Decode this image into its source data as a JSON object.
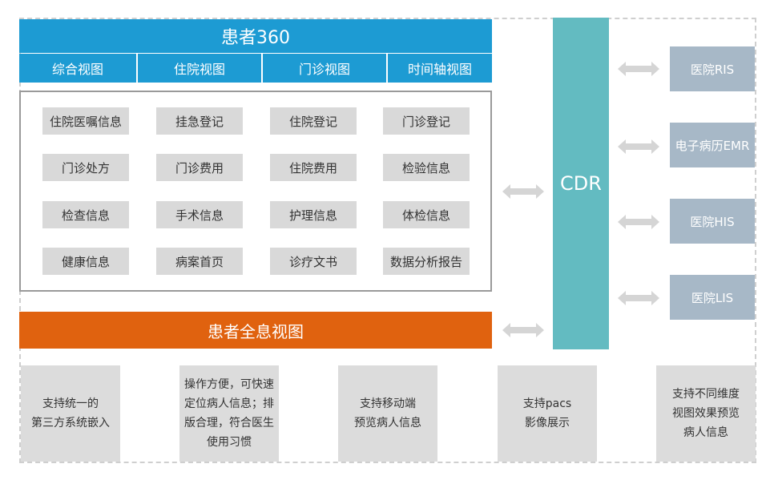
{
  "title": "患者360",
  "tabs": [
    "综合视图",
    "住院视图",
    "门诊视图",
    "时间轴视图"
  ],
  "grid": [
    [
      "住院医嘱信息",
      "挂急登记",
      "住院登记",
      "门诊登记"
    ],
    [
      "门诊处方",
      "门诊费用",
      "住院费用",
      "检验信息"
    ],
    [
      "检查信息",
      "手术信息",
      "护理信息",
      "体检信息"
    ],
    [
      "健康信息",
      "病案首页",
      "诊疗文书",
      "数据分析报告"
    ]
  ],
  "full_view": "患者全息视图",
  "cdr": "CDR",
  "systems": [
    "医院RIS",
    "电子病历EMR",
    "医院HIS",
    "医院LIS"
  ],
  "features": [
    [
      "支持统一的",
      "第三方系统嵌入"
    ],
    [
      "操作方便，可快速",
      "定位病人信息；排",
      "版合理，符合医生",
      "使用习惯"
    ],
    [
      "支持移动端",
      "预览病人信息"
    ],
    [
      "支持pacs",
      "影像展示"
    ],
    [
      "支持不同维度",
      "视图效果预览",
      "病人信息"
    ]
  ],
  "colors": {
    "blue": "#1d9bd3",
    "orange": "#e0620f",
    "teal": "#63bbc1",
    "system_gray": "#a7b8c7",
    "cell_gray": "#d9d9d9",
    "arrow_gray": "#d5d5d5"
  },
  "icons": {
    "connector": "double-arrow-icon"
  }
}
